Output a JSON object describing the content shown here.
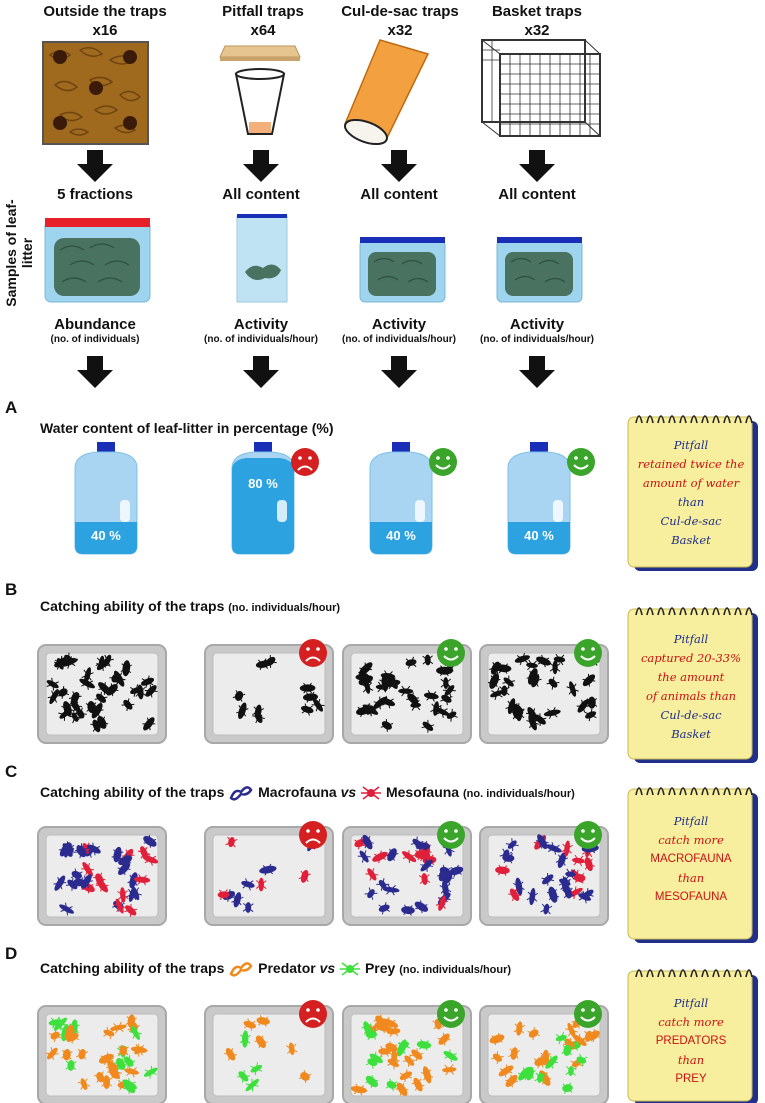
{
  "columns": [
    {
      "title": "Outside the traps",
      "mult": "x16",
      "mid": "5 fractions",
      "metric": "Abundance",
      "unit": "(no. of individuals)",
      "water": "40 %"
    },
    {
      "title": "Pitfall traps",
      "mult": "x64",
      "mid": "All content",
      "metric": "Activity",
      "unit": "(no. of individuals/hour)",
      "water": "80 %"
    },
    {
      "title": "Cul-de-sac traps",
      "mult": "x32",
      "mid": "All content",
      "metric": "Activity",
      "unit": "(no. of individuals/hour)",
      "water": "40 %"
    },
    {
      "title": "Basket traps",
      "mult": "x32",
      "mid": "All content",
      "metric": "Activity",
      "unit": "(no. of individuals/hour)",
      "water": "40 %"
    }
  ],
  "side_label": "Samples of leaf-litter",
  "sections": {
    "A": {
      "letter": "A",
      "title": "Water content of leaf-litter in percentage (%)"
    },
    "B": {
      "letter": "B",
      "title": "Catching ability of the traps",
      "suffix": "(no. individuals/hour)"
    },
    "C": {
      "letter": "C",
      "title": "Catching ability of the traps",
      "cat1": "Macrofauna",
      "vs": "vs",
      "cat2": "Mesofauna",
      "suffix": "(no. individuals/hour)"
    },
    "D": {
      "letter": "D",
      "title": "Catching ability of the traps",
      "cat1": "Predator",
      "vs": "vs",
      "cat2": "Prey",
      "suffix": "(no. individuals/hour)"
    }
  },
  "notes": {
    "A": [
      "Pitfall",
      "retained twice the",
      "amount of water",
      "than",
      "Cul-de-sac",
      "Basket"
    ],
    "B": [
      "Pitfall",
      "captured 20-33%",
      "the amount",
      "of animals than",
      "Cul-de-sac",
      "Basket"
    ],
    "C": [
      "Pitfall",
      "catch more",
      "MACROFAUNA",
      "than",
      "MESOFAUNA"
    ],
    "D": [
      "Pitfall",
      "catch more",
      "PREDATORS",
      "than",
      "PREY"
    ]
  },
  "colors": {
    "sad": "#d42020",
    "happy": "#3aa52a",
    "water": "#2ca3e0",
    "macro": "#2b2b8f",
    "meso": "#e0203a",
    "predator": "#f08a1e",
    "prey": "#3de03d",
    "bin_blue": "#1a2fb8",
    "bin_red": "#e8202a",
    "note_bg": "#f7ef9e"
  }
}
